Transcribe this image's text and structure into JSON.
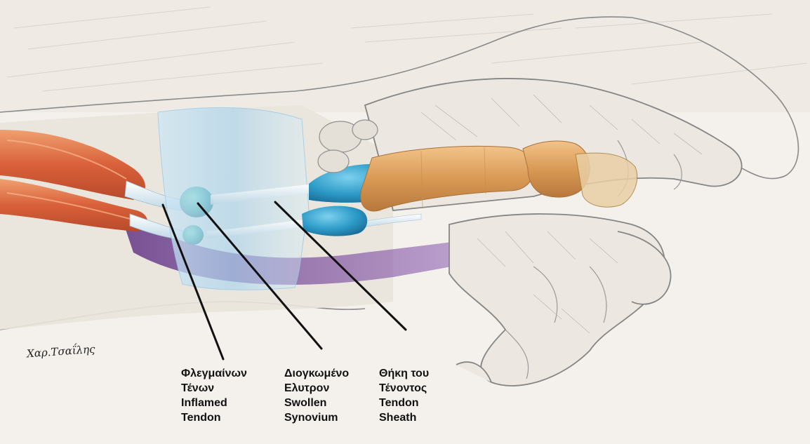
{
  "labels": [
    {
      "greek_1": "Φλεγμαίνων",
      "greek_2": "Τένων",
      "english_1": "Inflamed",
      "english_2": "Tendon"
    },
    {
      "greek_1": "Διογκωμένο",
      "greek_2": "Ελυτρον",
      "english_1": "Swollen",
      "english_2": "Synovium"
    },
    {
      "greek_1": "Θήκη του",
      "greek_2": "Τένοντος",
      "english_1": "Tendon",
      "english_2": "Sheath"
    }
  ],
  "signature": "Χαρ.Τσαΐλης",
  "colors": {
    "muscle": "#e0784a",
    "tendon": "#dfeef5",
    "synovium": "#3aa6d2",
    "sheath": "#b8dcf2",
    "bone": "#e2a96a",
    "shadow": "#7a4aa0",
    "sketch": "#8a8a8a",
    "pointer": "#111111"
  }
}
